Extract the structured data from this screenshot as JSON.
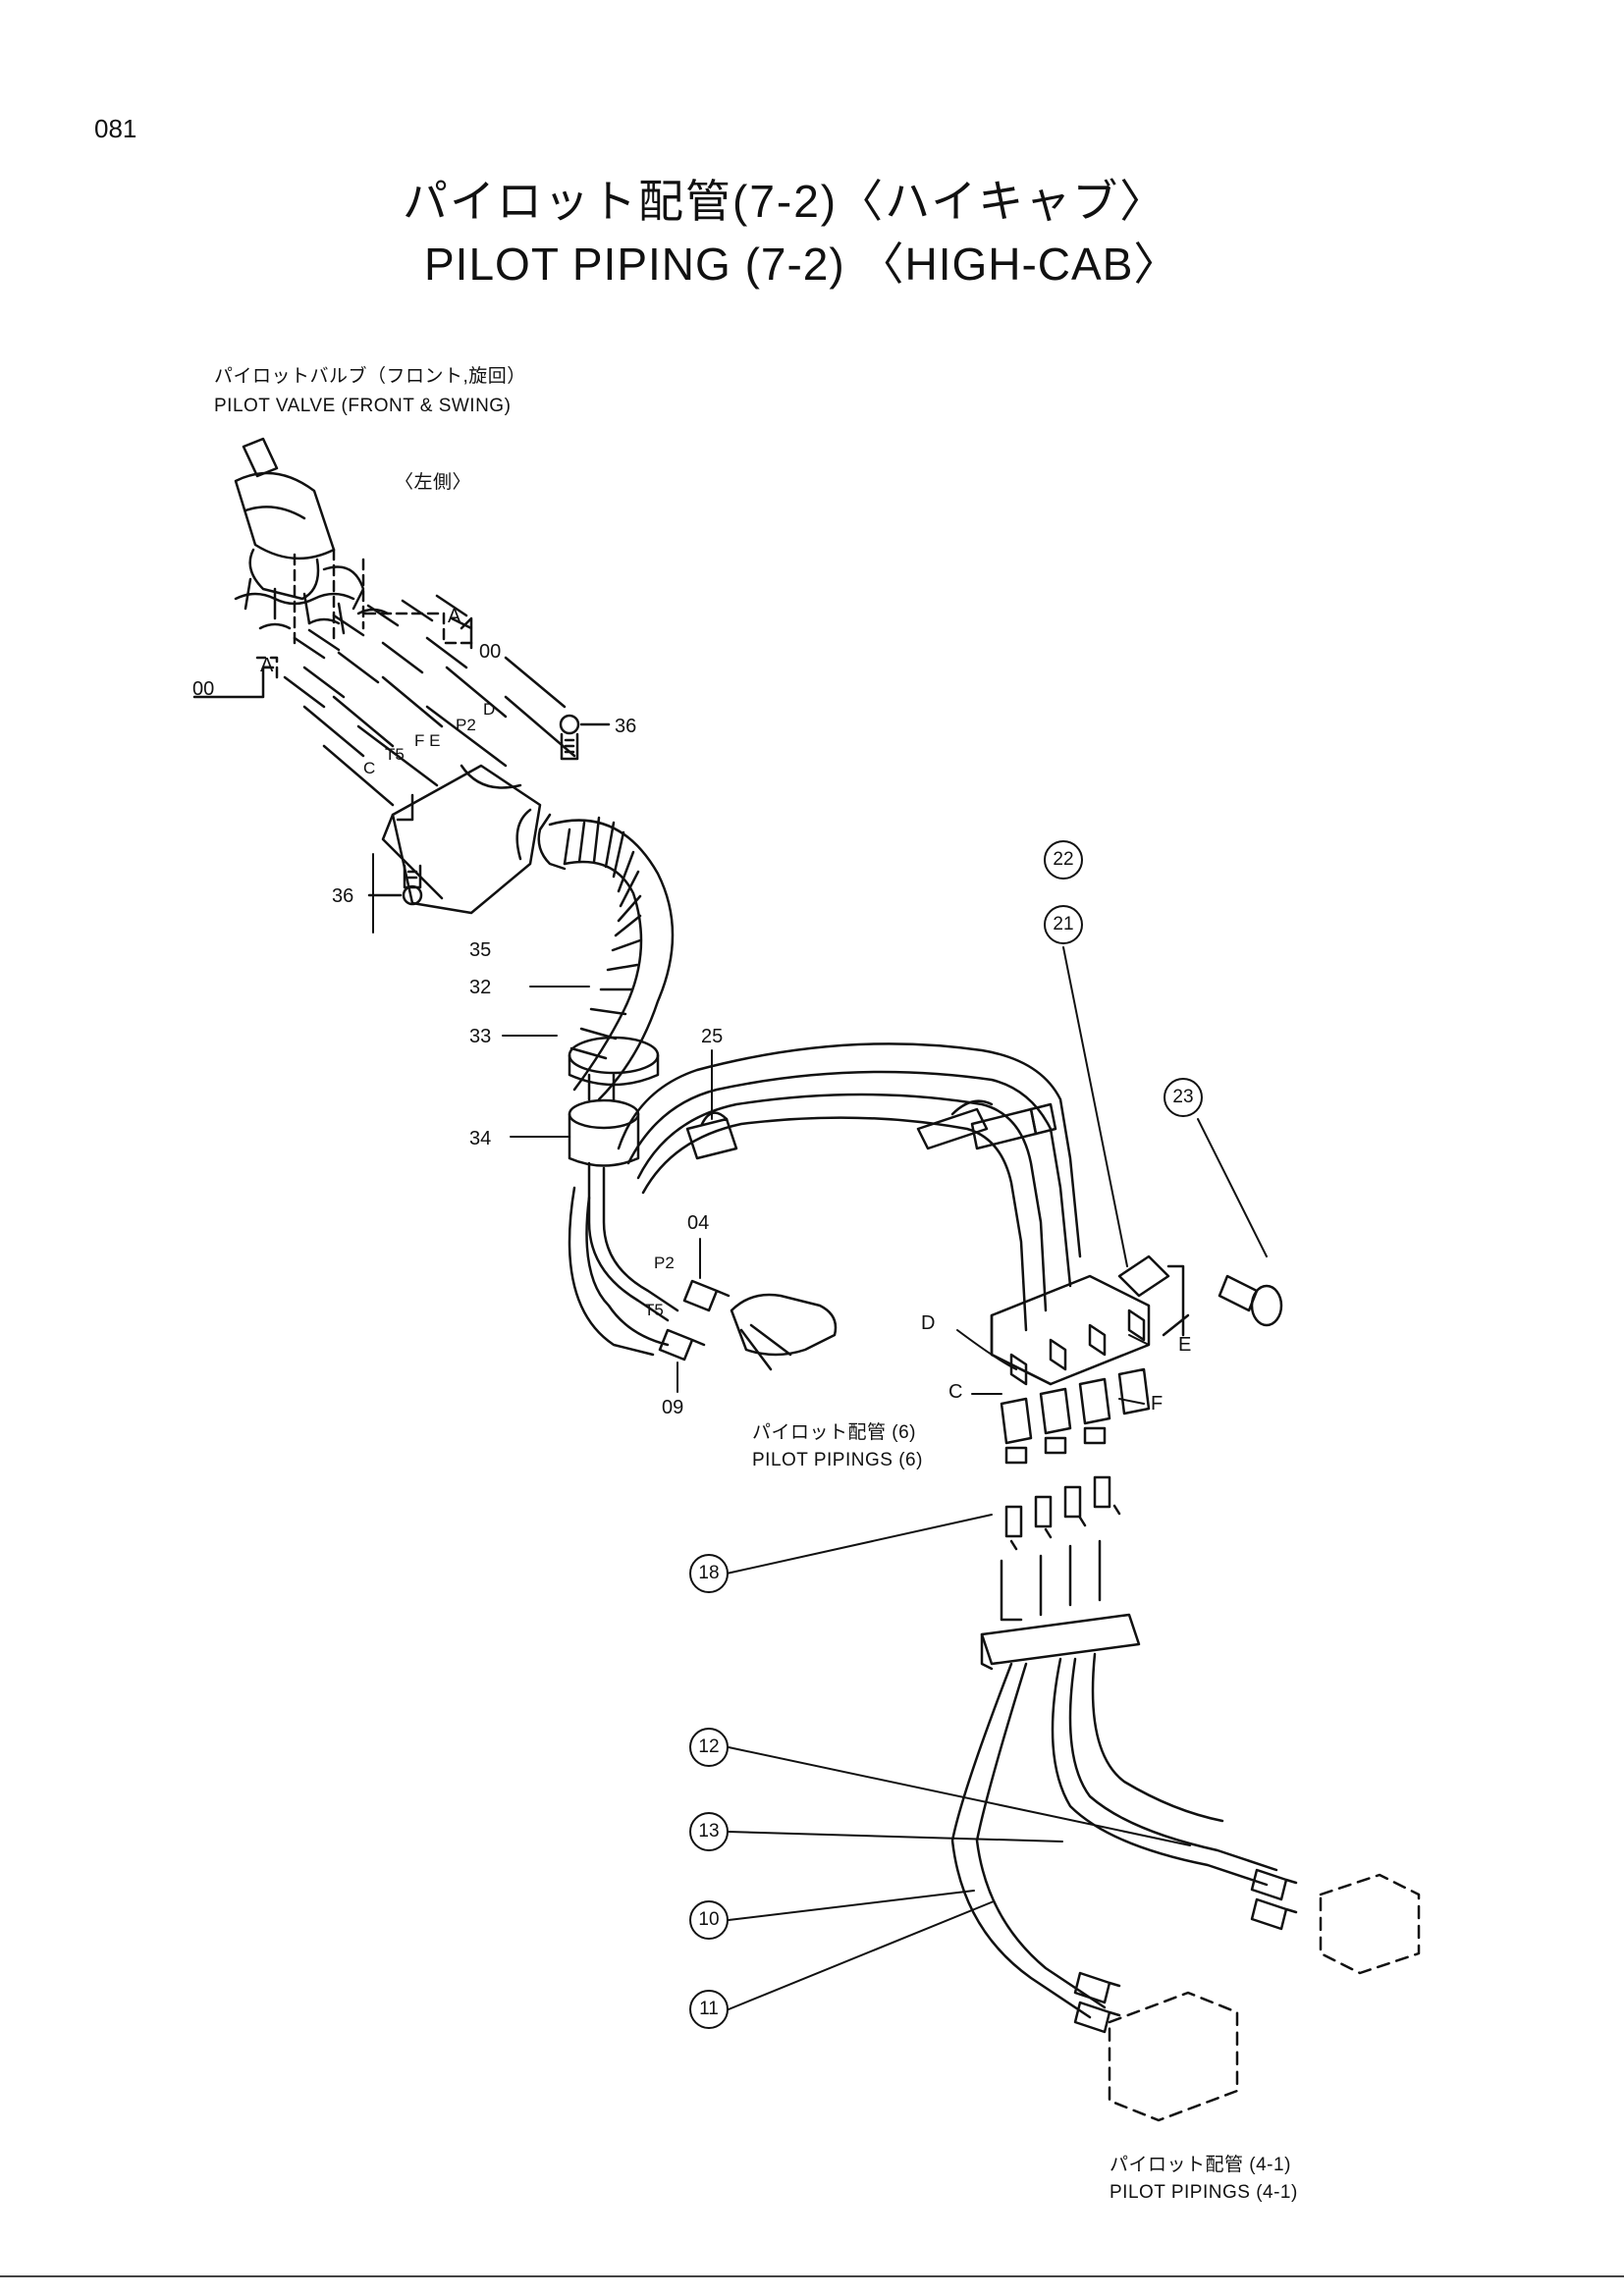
{
  "page_number": "081",
  "title_jp": "パイロット配管(7-2)〈ハイキャブ〉",
  "title_en": "PILOT PIPING (7-2) 〈HIGH-CAB〉",
  "labels": {
    "pilot_valve_jp": "パイロットバルブ（フロント,旋回）",
    "pilot_valve_en": "PILOT VALVE (FRONT & SWING)",
    "left_side": "〈左側〉",
    "pilot_pipings6_jp": "パイロット配管 (6)",
    "pilot_pipings6_en": "PILOT PIPINGS (6)",
    "pilot_pipings41_jp": "パイロット配管 (4-1)",
    "pilot_pipings41_en": "PILOT PIPINGS (4-1)"
  },
  "part_numbers": {
    "p00a": "00",
    "p00b": "00",
    "pA1": "A",
    "pA2": "A",
    "p36a": "36",
    "p36b": "36",
    "p35": "35",
    "p32": "32",
    "p33": "33",
    "p34": "34",
    "p25": "25",
    "p04": "04",
    "p09": "09",
    "pD1": "D",
    "pT5a": "T5",
    "pFE": "F E",
    "pC1": "C",
    "pP2a": "P2",
    "pP2b": "P2",
    "pT5b": "T5",
    "pD2": "D",
    "pC2": "C",
    "pE": "E",
    "pF": "F"
  },
  "circled_parts": {
    "c22": "22",
    "c21": "21",
    "c23": "23",
    "c18": "18",
    "c12": "12",
    "c13": "13",
    "c10": "10",
    "c11": "11"
  }
}
